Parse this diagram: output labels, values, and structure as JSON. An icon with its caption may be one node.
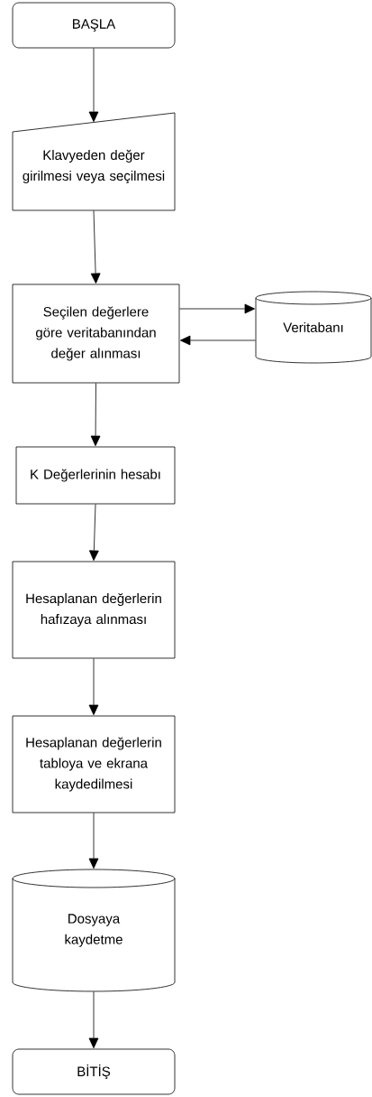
{
  "diagram": {
    "nodes": [
      {
        "text": [
          "BAŞLA"
        ]
      },
      {
        "text": [
          "Klavyeden değer girilmesi veya seçilmesi"
        ]
      },
      {
        "text": [
          "Seçilen değerlere göre veritabanından değer alınması"
        ]
      },
      {
        "text": [
          "Veritabanı"
        ]
      },
      {
        "text": [
          "K Değerlerinin hesabı"
        ]
      },
      {
        "text": [
          "Hesaplanan değerlerin hafızaya alınması"
        ]
      },
      {
        "text": [
          "Hesaplanan değerlerin tabloya ve ekrana kaydedilmesi"
        ]
      },
      {
        "text": [
          "Dosyaya kaydetme"
        ]
      },
      {
        "text": [
          "BİTİŞ"
        ]
      }
    ],
    "edges": [
      {
        "from": 0,
        "to": 1,
        "arrow": "to"
      },
      {
        "from": 1,
        "to": 2,
        "arrow": "to"
      },
      {
        "from": 2,
        "to": 3,
        "arrow": "to"
      },
      {
        "from": 3,
        "to": 2,
        "arrow": "to"
      },
      {
        "from": 2,
        "to": 4,
        "arrow": "to"
      },
      {
        "from": 4,
        "to": 5,
        "arrow": "to"
      },
      {
        "from": 5,
        "to": 6,
        "arrow": "to"
      },
      {
        "from": 6,
        "to": 7,
        "arrow": "to"
      },
      {
        "from": 7,
        "to": 8,
        "arrow": "to"
      }
    ]
  }
}
